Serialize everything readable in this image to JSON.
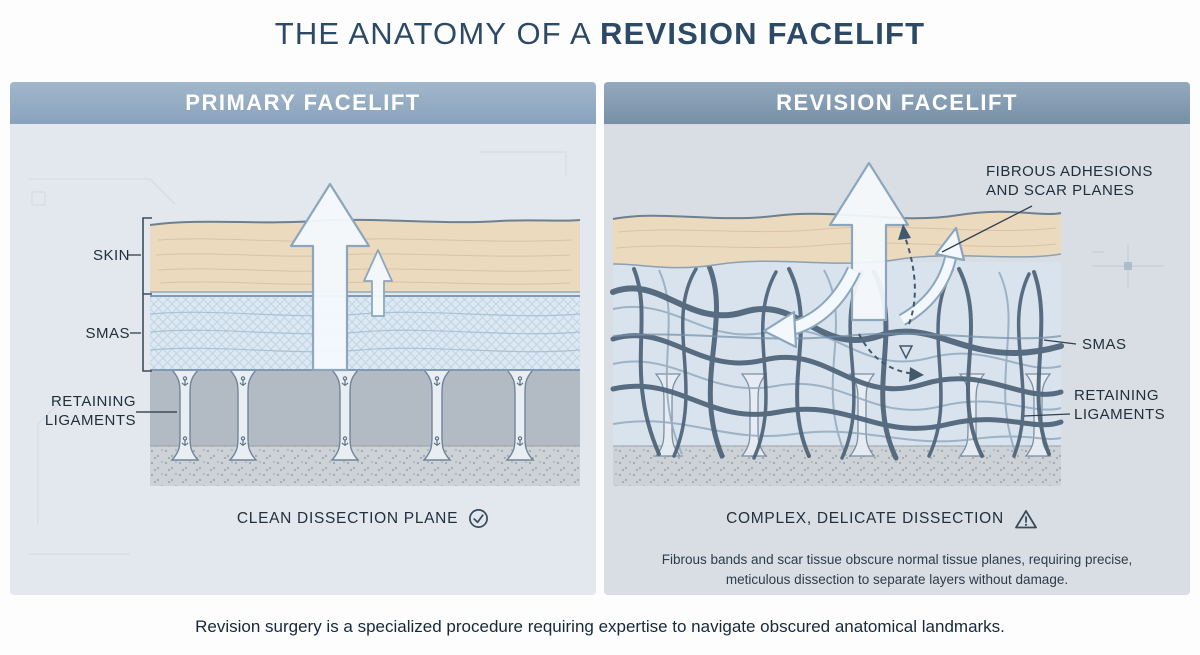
{
  "title": {
    "prefix": "THE ANATOMY OF A ",
    "emphasis": "REVISION FACELIFT"
  },
  "panels": {
    "primary": {
      "header": "PRIMARY FACELIFT",
      "labels": {
        "skin": "SKIN",
        "smas": "SMAS",
        "ligaments": "RETAINING LIGAMENTS"
      },
      "caption": "CLEAN DISSECTION PLANE",
      "caption_icon": "check-circle"
    },
    "revision": {
      "header": "REVISION FACELIFT",
      "labels": {
        "adhesions": "FIBROUS ADHESIONS AND SCAR PLANES",
        "smas": "SMAS",
        "ligaments": "RETAINING LIGAMENTS"
      },
      "caption": "COMPLEX, DELICATE DISSECTION",
      "caption_icon": "warning-triangle",
      "description": "Fibrous bands and scar tissue obscure normal tissue planes, requiring precise, meticulous dissection to separate layers without damage."
    }
  },
  "footer": "Revision surgery is a specialized procedure requiring expertise to navigate obscured anatomical landmarks.",
  "colors": {
    "accent": "#2c4a66",
    "header_primary": "#8ea7c0",
    "header_revision": "#7e95ab",
    "skin_layer": "#ecdabf",
    "smas_layer": "#dde9f2",
    "fiber": "#4d6277"
  }
}
